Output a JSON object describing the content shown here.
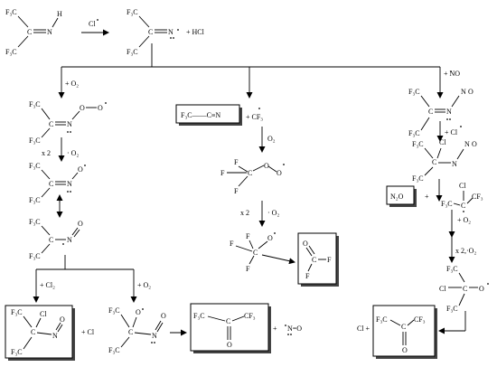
{
  "labels": {
    "cf3": "F₃C",
    "c": "C",
    "n": "N",
    "h": "H",
    "o": "O",
    "f": "F",
    "cl_radical": "Cl",
    "hcl": "+ HCl",
    "plus_o2": "+ O₂",
    "minus_o2": "· O₂",
    "x2": "x 2",
    "plus_cl2": "+ Cl₂",
    "plus_cl": "+ Cl",
    "cl_plus": "Cl +",
    "plus_no": "+ NO",
    "plus_cl_dot": "+ Cl",
    "plus_cf3": "+ CF₃",
    "o2": "O₂",
    "minus_o2_b": "· O₂",
    "plus_o2_c": "+ O₂",
    "x2_o2": "x 2,·O₂",
    "cl": "Cl",
    "n2o": "N₂O",
    "plus": "+",
    "plus_cl_bottom": "+ Cl",
    "n_o_radical": "N=O",
    "plus_no_left": "+",
    "cf3_nitrile": "F₃C——C≡N",
    "cf3_small": "CF₃"
  }
}
